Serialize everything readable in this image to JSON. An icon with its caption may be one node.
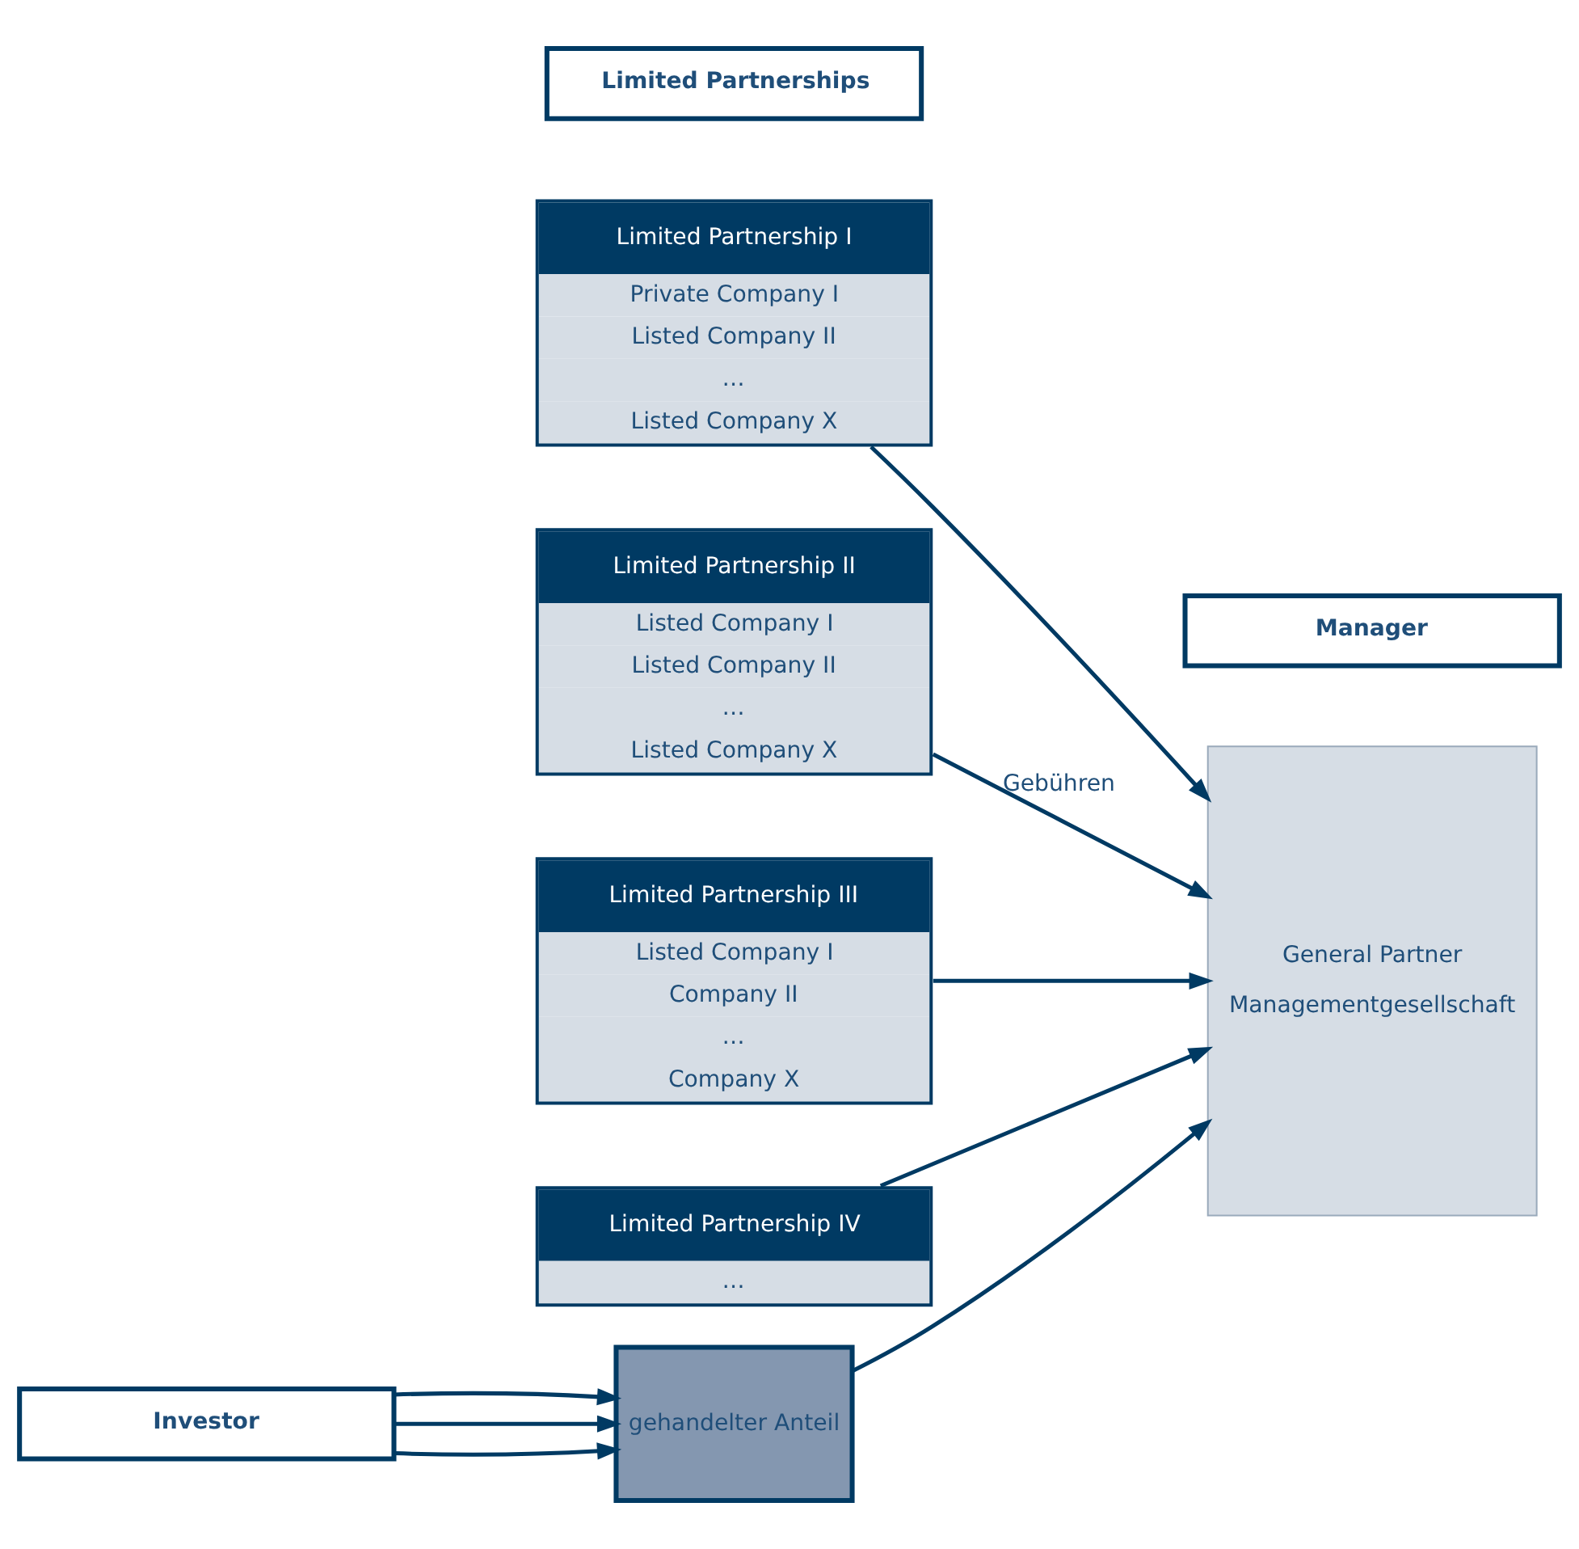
{
  "diagram": {
    "nodes": [
      {
        "text": [
          "Limited Partnerships"
        ]
      },
      {
        "text": [
          "Manager"
        ]
      },
      {
        "text": [
          "Limited Partnership I",
          "Private Company I",
          "Listed Company II",
          "…",
          "Listed Company X"
        ]
      },
      {
        "text": [
          "Limited Partnership II",
          "Listed Company I",
          "Listed Company II",
          "…",
          "Listed Company X"
        ]
      },
      {
        "text": [
          "Limited Partnership III",
          "Listed Company I",
          "Company II",
          "…",
          "Company X"
        ]
      },
      {
        "text": [
          "Limited Partnership IV",
          "…"
        ]
      },
      {
        "text": [
          "General Partner",
          "Managementgesellschaft"
        ]
      },
      {
        "text": [
          "gehandelter Anteil"
        ]
      },
      {
        "text": [
          "Investor"
        ]
      }
    ],
    "edges": [
      {
        "from": 2,
        "to": 6,
        "arrow": "to"
      },
      {
        "from": 3,
        "to": 6,
        "arrow": "to",
        "label": "Gebühren"
      },
      {
        "from": 4,
        "to": 6,
        "arrow": "to"
      },
      {
        "from": 5,
        "to": 6,
        "arrow": "to"
      },
      {
        "from": 7,
        "to": 6,
        "arrow": "to"
      },
      {
        "from": 8,
        "to": 7,
        "arrow": "to"
      },
      {
        "from": 8,
        "to": 7,
        "arrow": "to"
      },
      {
        "from": 8,
        "to": 7,
        "arrow": "to"
      }
    ]
  }
}
